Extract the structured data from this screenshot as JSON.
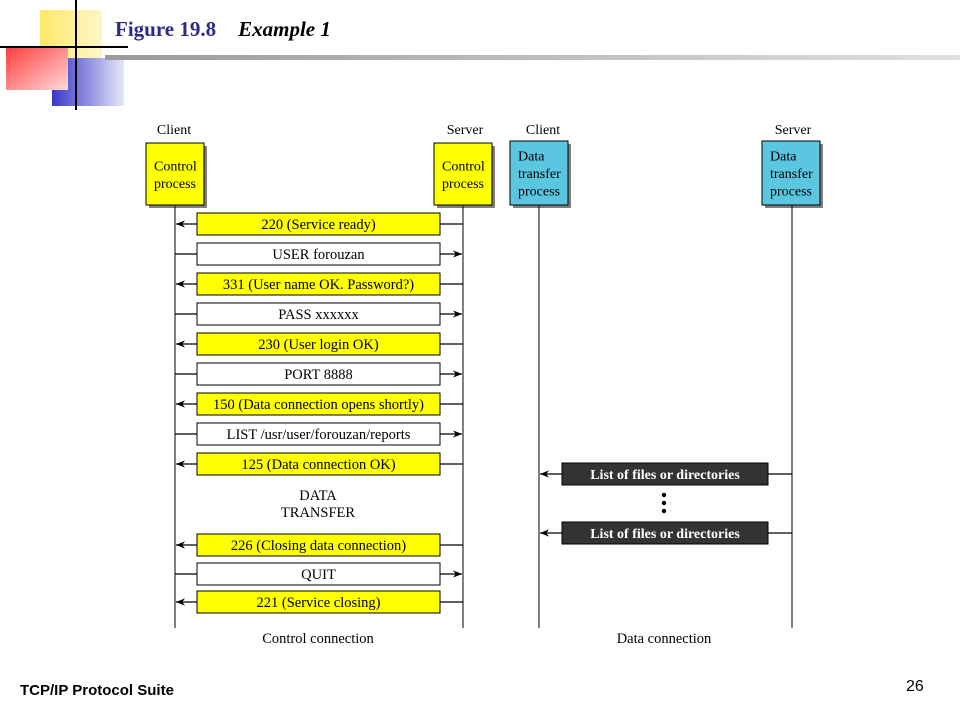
{
  "slide": {
    "title": "Figure 19.8",
    "subtitle": "Example 1",
    "footer": "TCP/IP Protocol Suite",
    "page_number": "26"
  },
  "diagram": {
    "left": {
      "client_heading": "Client",
      "server_heading": "Server",
      "client_box": [
        "Control",
        "process"
      ],
      "server_box": [
        "Control",
        "process"
      ],
      "caption": "Control connection",
      "messages": [
        {
          "text": "220 (Service ready)",
          "direction": "to-client",
          "style": "yellow"
        },
        {
          "text": "USER forouzan",
          "direction": "to-server",
          "style": "white"
        },
        {
          "text": "331 (User name OK. Password?)",
          "direction": "to-client",
          "style": "yellow"
        },
        {
          "text": "PASS xxxxxx",
          "direction": "to-server",
          "style": "white"
        },
        {
          "text": "230 (User login OK)",
          "direction": "to-client",
          "style": "yellow"
        },
        {
          "text": "PORT 8888",
          "direction": "to-server",
          "style": "white"
        },
        {
          "text": "150 (Data connection opens shortly)",
          "direction": "to-client",
          "style": "yellow"
        },
        {
          "text": "LIST /usr/user/forouzan/reports",
          "direction": "to-server",
          "style": "white"
        },
        {
          "text": "125 (Data connection OK)",
          "direction": "to-client",
          "style": "yellow"
        },
        {
          "text": "226 (Closing data connection)",
          "direction": "to-client",
          "style": "yellow"
        },
        {
          "text": "QUIT",
          "direction": "to-server",
          "style": "white"
        },
        {
          "text": "221 (Service closing)",
          "direction": "to-client",
          "style": "yellow"
        }
      ],
      "data_transfer_label": [
        "DATA",
        "TRANSFER"
      ]
    },
    "right": {
      "client_heading": "Client",
      "server_heading": "Server",
      "client_box": [
        "Data",
        "transfer",
        "process"
      ],
      "server_box": [
        "Data",
        "transfer",
        "process"
      ],
      "caption": "Data connection",
      "messages": [
        {
          "text": "List of files or directories",
          "direction": "to-client",
          "style": "dark"
        },
        {
          "text": "List of files or directories",
          "direction": "to-client",
          "style": "dark"
        }
      ]
    }
  },
  "colors": {
    "yellow": "#ffff00",
    "cyan": "#5bc6e0",
    "dark_box": "#333333",
    "title_blue": "#2e2a86"
  }
}
